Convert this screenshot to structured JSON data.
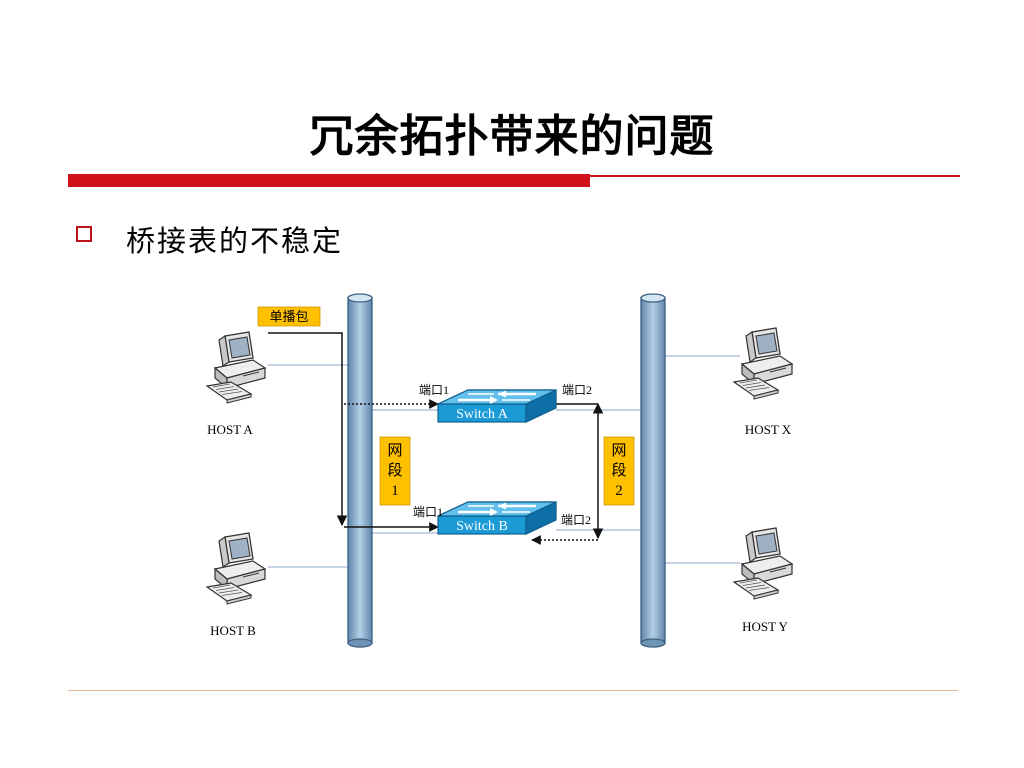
{
  "title": "冗余拓扑带来的问题",
  "bullet": "桥接表的不稳定",
  "diagram": {
    "unicast_label": "单播包",
    "hosts": {
      "a": "HOST A",
      "b": "HOST B",
      "x": "HOST X",
      "y": "HOST Y"
    },
    "switches": {
      "a": "Switch A",
      "b": "Switch B"
    },
    "ports": {
      "a1": "端口1",
      "a2": "端口2",
      "b1": "端口1",
      "b2": "端口2"
    },
    "segment1": [
      "网",
      "段",
      "1"
    ],
    "segment2": [
      "网",
      "段",
      "2"
    ],
    "colors": {
      "accent": "#d0131a",
      "switch": "#1b9ad6",
      "label_fill": "#ffc000",
      "pipe": "#8ab0d0"
    }
  }
}
